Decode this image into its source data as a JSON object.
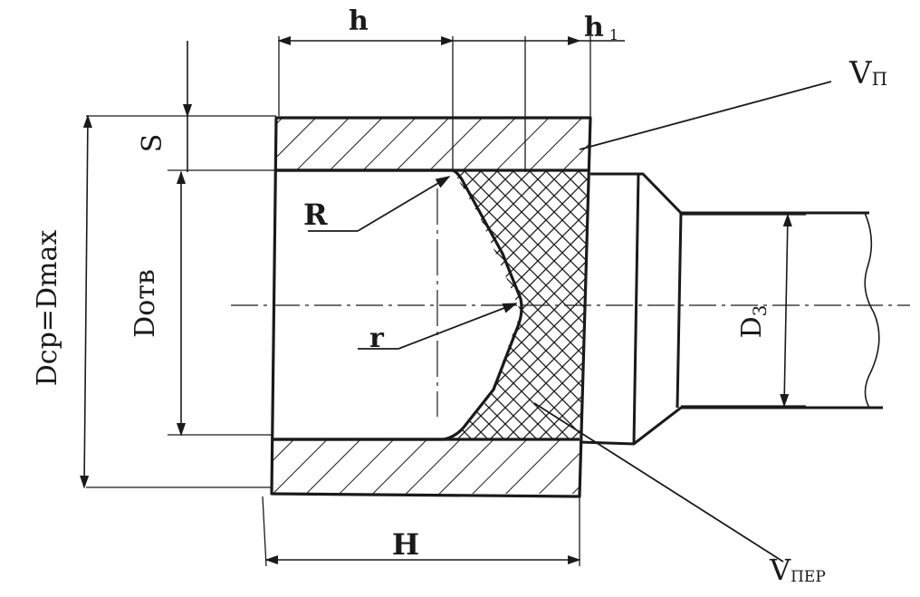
{
  "labels": {
    "h": "h",
    "h1_main": "h",
    "h1_sub": "1",
    "vp_main": "V",
    "vp_sub": "П",
    "vper_main": "V",
    "vper_sub": "ПЕР",
    "S": "S",
    "R": "R",
    "r": "r",
    "D_otv": "Dотв",
    "D_cp": "Dср=Dmax",
    "D3_main": "D",
    "D3_sub": "3",
    "H": "H"
  },
  "colors": {
    "ink": "#1a1a1a",
    "paper": "#ffffff"
  }
}
